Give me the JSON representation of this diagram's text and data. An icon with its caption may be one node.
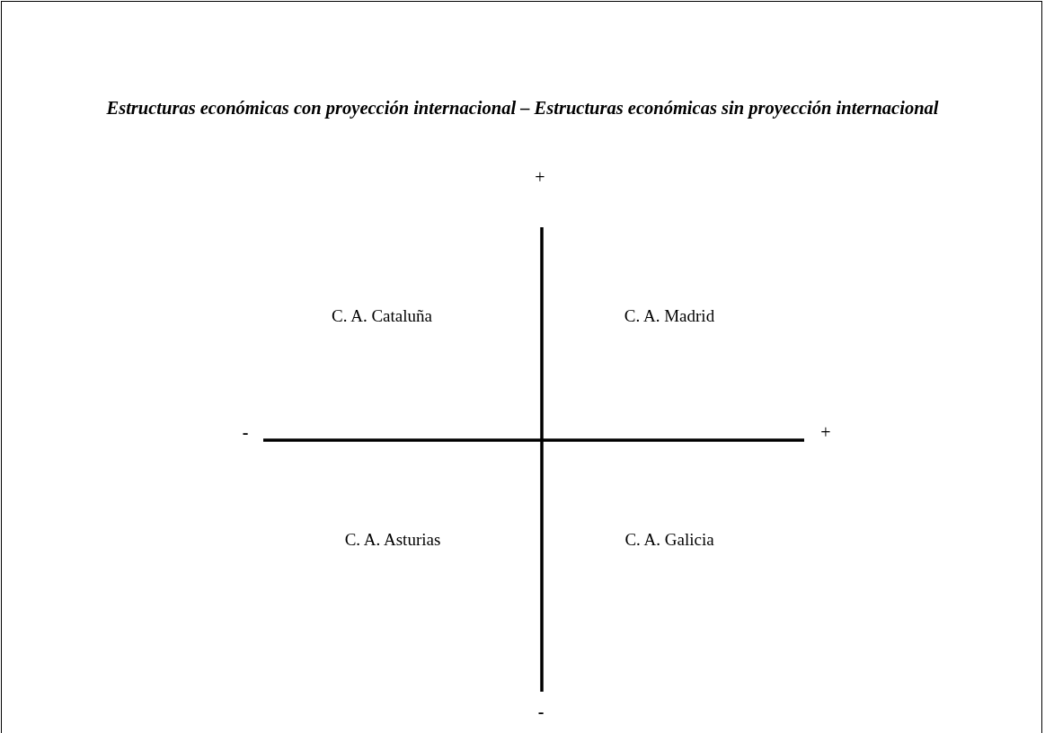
{
  "diagram": {
    "title": "Estructuras económicas con proyección internacional – Estructuras económicas sin proyección internacional",
    "labels": [
      "+",
      "C. A. Cataluña",
      "C. A. Madrid",
      "-",
      "+",
      "C. A. Asturias",
      "C. A. Galicia",
      "-"
    ]
  }
}
